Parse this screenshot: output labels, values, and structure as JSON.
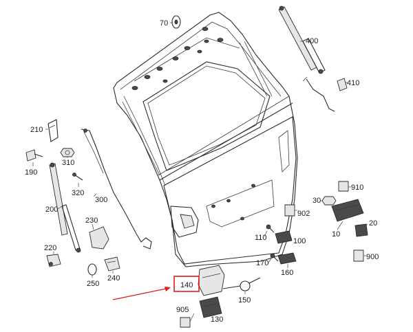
{
  "callouts": [
    {
      "id": "c70",
      "text": "70"
    },
    {
      "id": "c400",
      "text": "400"
    },
    {
      "id": "c410",
      "text": "410"
    },
    {
      "id": "c210",
      "text": "210"
    },
    {
      "id": "c190",
      "text": "190"
    },
    {
      "id": "c310",
      "text": "310"
    },
    {
      "id": "c320",
      "text": "320"
    },
    {
      "id": "c300",
      "text": "300"
    },
    {
      "id": "c200",
      "text": "200"
    },
    {
      "id": "c230",
      "text": "230"
    },
    {
      "id": "c220",
      "text": "220"
    },
    {
      "id": "c250",
      "text": "250"
    },
    {
      "id": "c240",
      "text": "240"
    },
    {
      "id": "c910",
      "text": "910"
    },
    {
      "id": "c30",
      "text": "30"
    },
    {
      "id": "c902",
      "text": "902"
    },
    {
      "id": "c20",
      "text": "20"
    },
    {
      "id": "c10",
      "text": "10"
    },
    {
      "id": "c110",
      "text": "110"
    },
    {
      "id": "c100",
      "text": "100"
    },
    {
      "id": "c900",
      "text": "900"
    },
    {
      "id": "c170",
      "text": "170"
    },
    {
      "id": "c160",
      "text": "160"
    },
    {
      "id": "c140",
      "text": "140"
    },
    {
      "id": "c150",
      "text": "150"
    },
    {
      "id": "c905",
      "text": "905"
    },
    {
      "id": "c130",
      "text": "130"
    }
  ],
  "highlight": {
    "color": "#e01b1b",
    "target": "140"
  }
}
